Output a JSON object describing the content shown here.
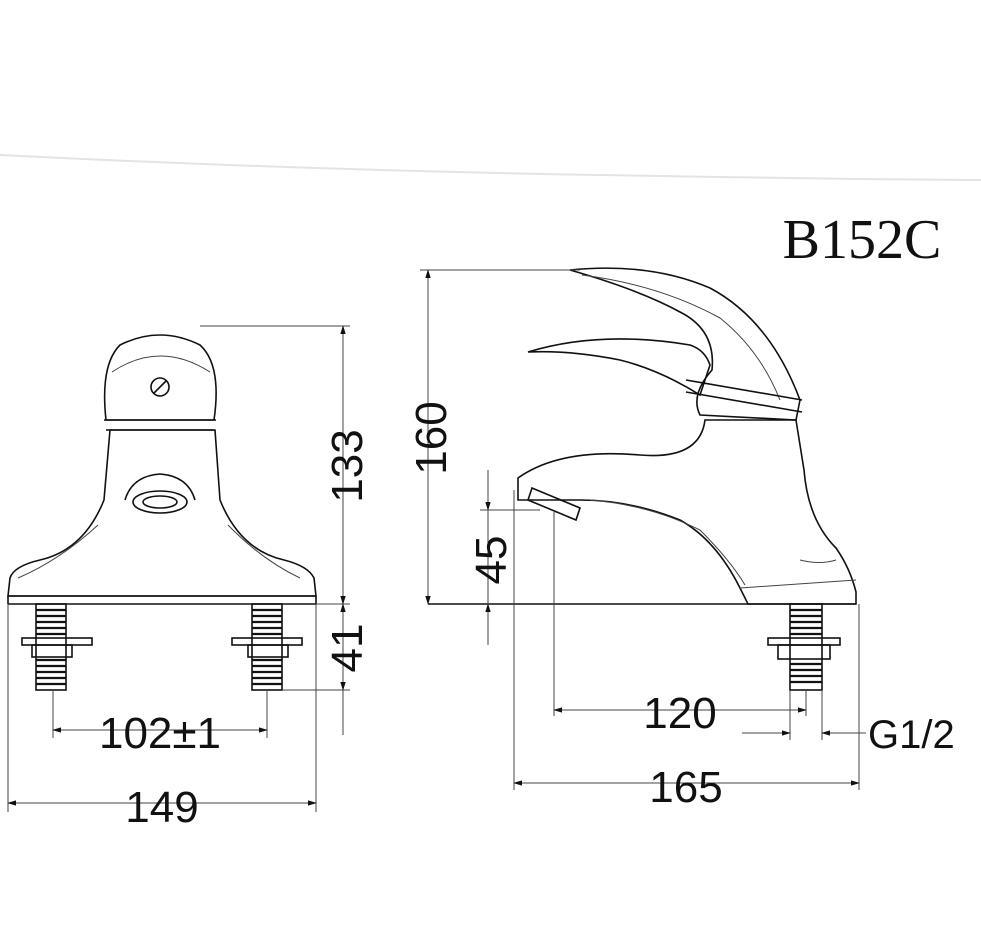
{
  "model": "B152C",
  "front_view": {
    "height_label": "133",
    "thread_length_label": "41",
    "center_distance_label": "102±1",
    "width_label": "149"
  },
  "side_view": {
    "height_label": "160",
    "spout_height_label": "45",
    "reach_label": "120",
    "depth_label": "165",
    "thread_label": "G1/2"
  }
}
